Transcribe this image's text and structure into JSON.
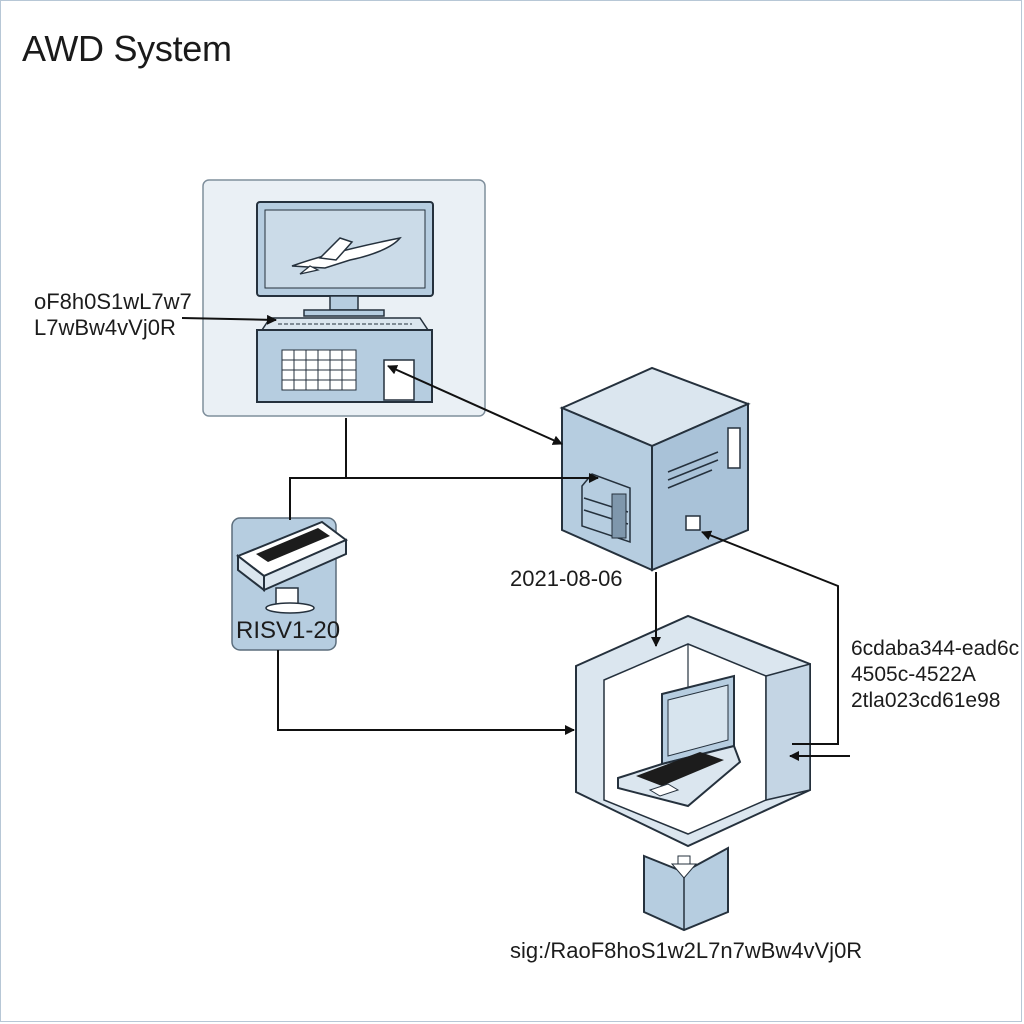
{
  "title": "AWD System",
  "labels": {
    "workstation_id_line1": "oF8h0S1wL7w7",
    "workstation_id_line2": "L7wBw4vVj0R",
    "terminal_label": "RISV1-20",
    "server_date": "2021-08-06",
    "uuid_line1": "6cdaba344-ead6c",
    "uuid_line2": "4505c-4522A",
    "uuid_line3": "2tla023cd61e98",
    "signature": "sig:/RaoF8hoS1w2L7n7wBw4vVj0R"
  },
  "colors": {
    "node_fill": "#b6cde0",
    "node_light": "#dbe6ef",
    "panel_bg": "#eaf0f5",
    "stroke": "#25313d",
    "connector": "#111111"
  }
}
